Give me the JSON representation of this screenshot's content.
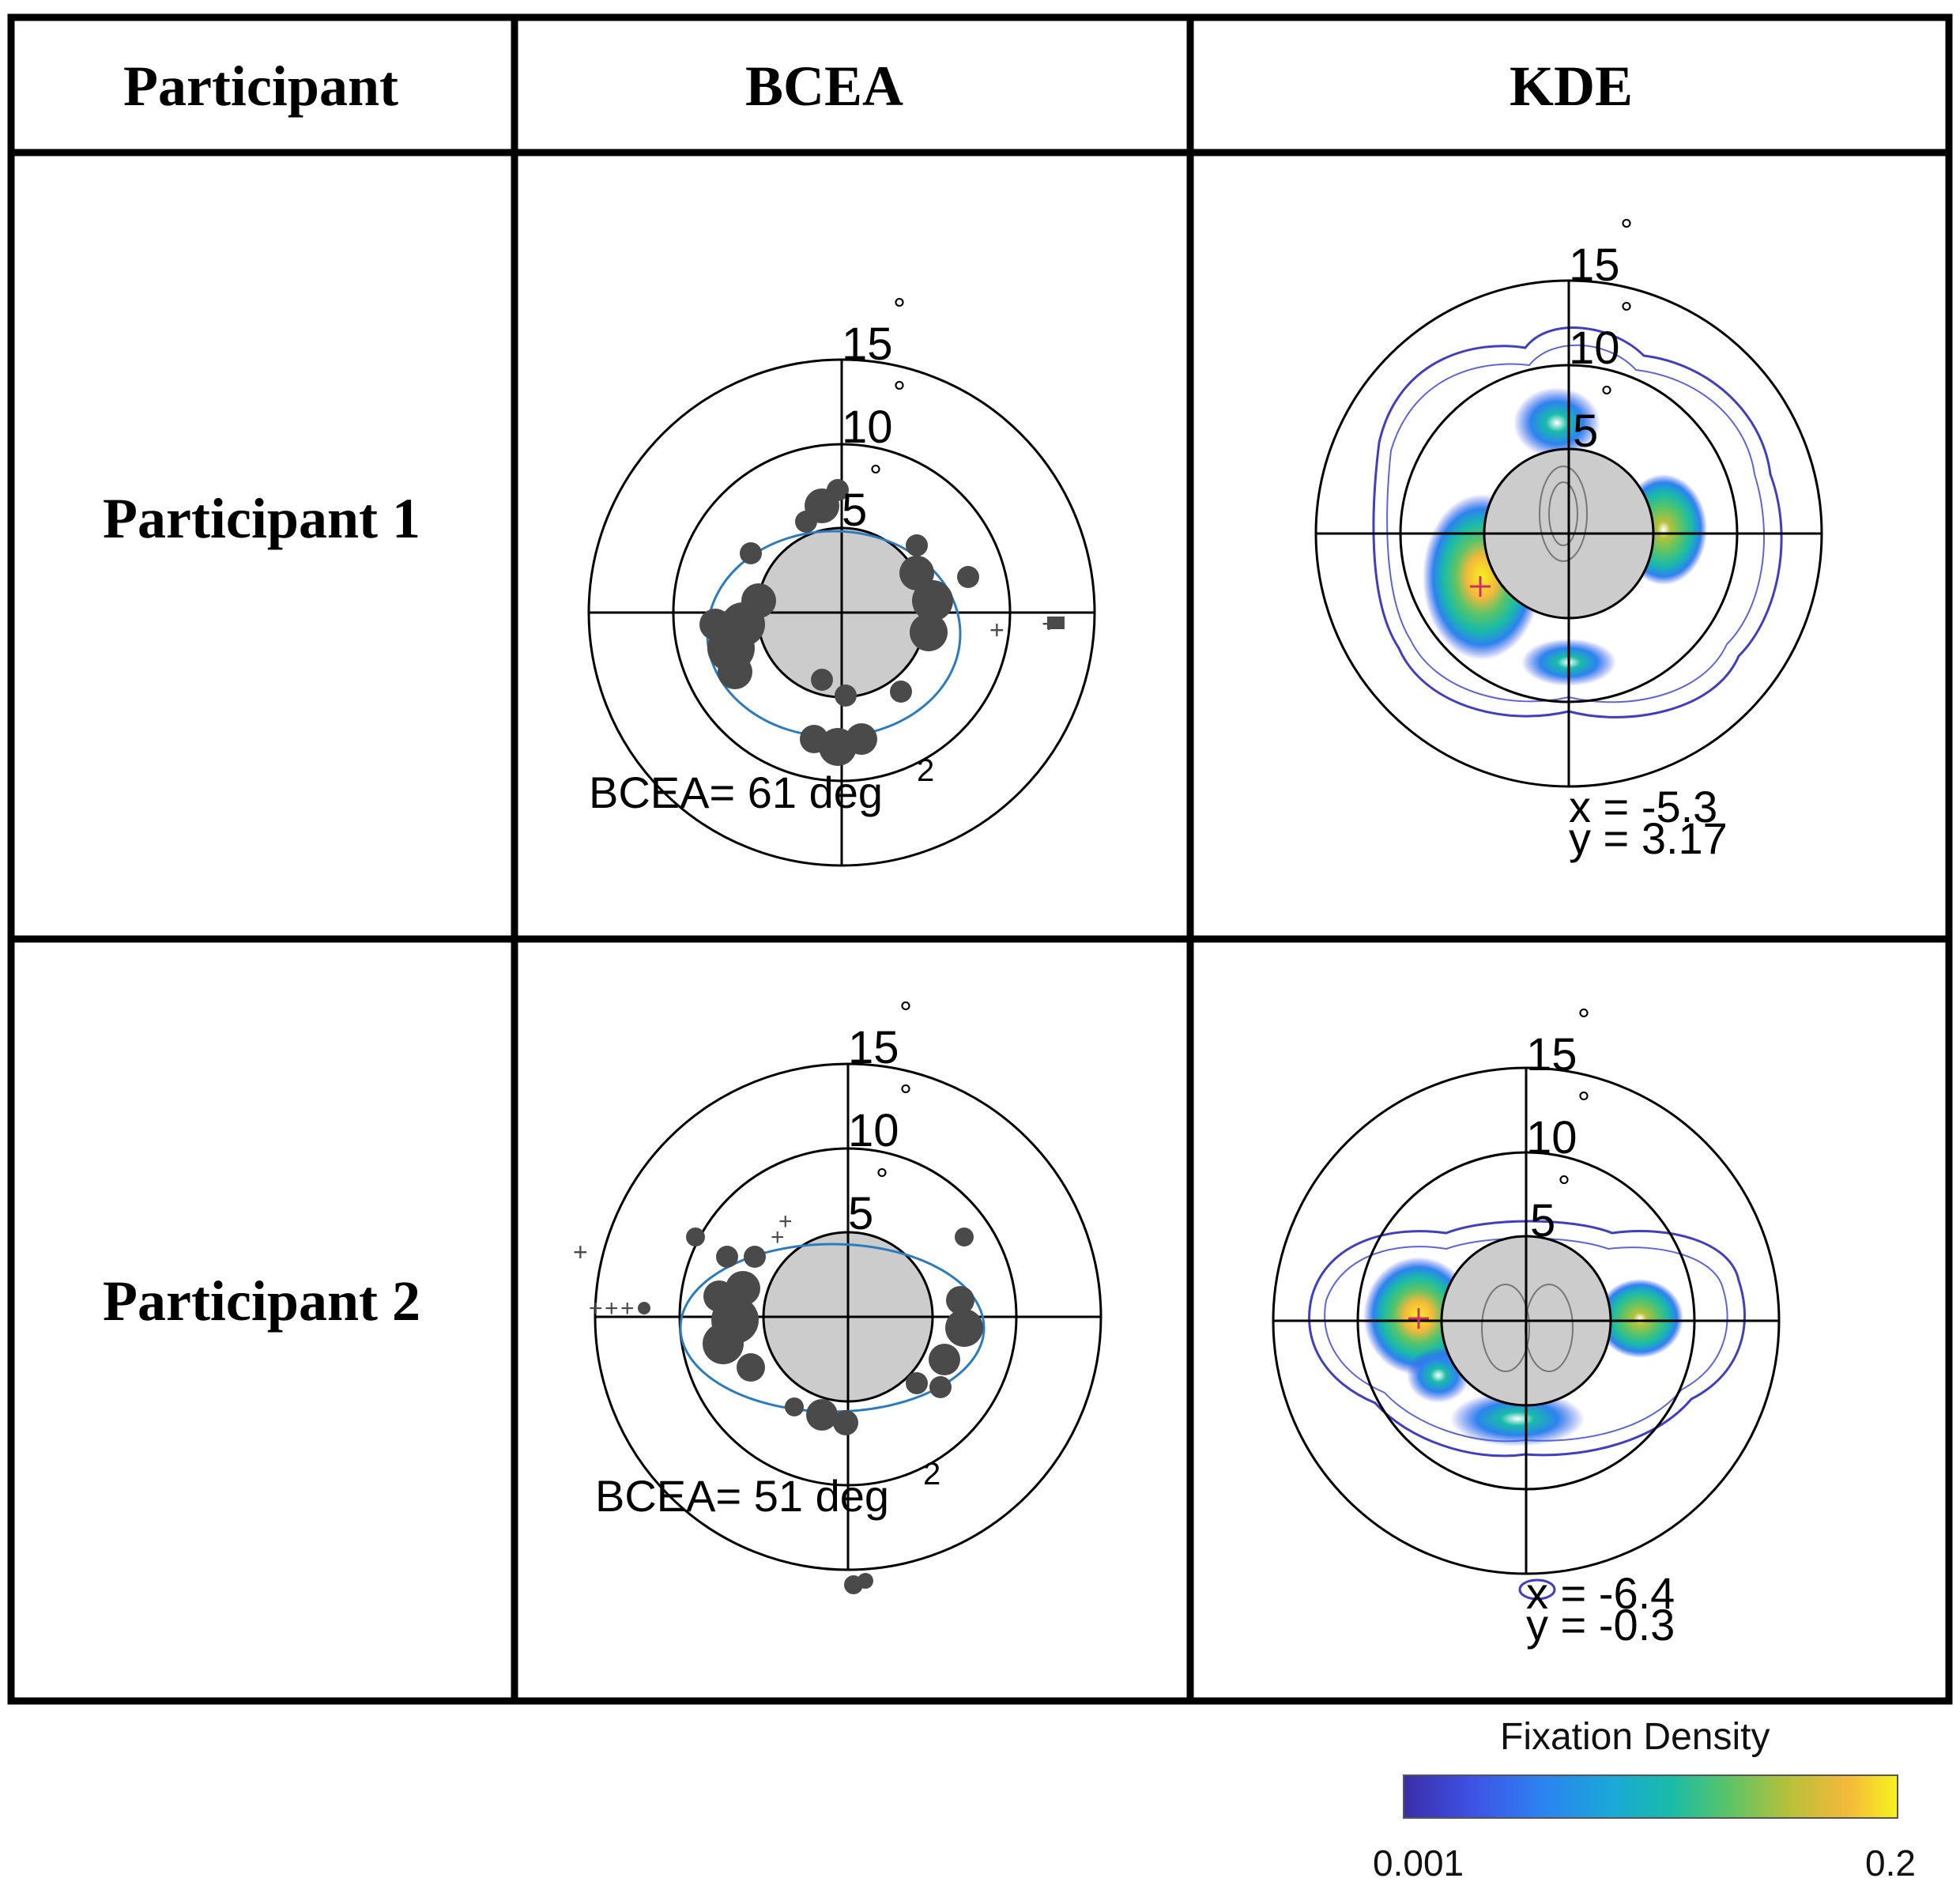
{
  "table": {
    "headers": [
      "Participant",
      "BCEA",
      "KDE"
    ],
    "rows": [
      {
        "label": "Participant 1",
        "bcea_note": "BCEA= 61 deg",
        "bcea_exp": "2",
        "kde_x": "x = -5.3",
        "kde_y": "y = 3.17"
      },
      {
        "label": "Participant 2",
        "bcea_note": "BCEA= 51 deg",
        "bcea_exp": "2",
        "kde_x": "x = -6.4",
        "kde_y": "y = -0.3"
      }
    ],
    "ring_labels": [
      "5",
      "10",
      "15"
    ],
    "degree_symbol": "°"
  },
  "legend": {
    "title": "Fixation Density",
    "min": "0.001",
    "max": "0.2",
    "colors": [
      "#3a2ea8",
      "#3f52e6",
      "#2c83f0",
      "#1aa8d8",
      "#19bba8",
      "#5cc466",
      "#b7c03a",
      "#f4b93b",
      "#f7f21c"
    ]
  },
  "colors": {
    "fixation": "#4a4a4a",
    "ellipse": "#2b7bbf",
    "scotoma": "#cccccc",
    "prl_marker": "#d0306a"
  }
}
